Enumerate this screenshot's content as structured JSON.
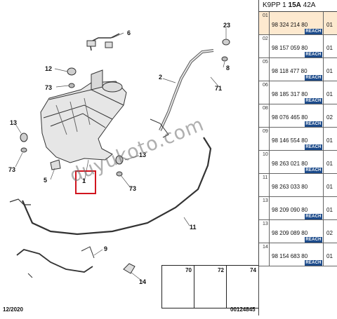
{
  "header": {
    "prefix": "K9PP 1",
    "bold": "15A",
    "suffix": "42A"
  },
  "parts": [
    {
      "index": "01",
      "number": "98 324 214 80",
      "qty": "01",
      "badge": "REACH",
      "selected": true
    },
    {
      "index": "02",
      "number": "98 157 059 80",
      "qty": "01",
      "badge": "REACH",
      "selected": false
    },
    {
      "index": "05",
      "number": "98 118 477 80",
      "qty": "01",
      "badge": "REACH",
      "selected": false
    },
    {
      "index": "06",
      "number": "98 185 317 80",
      "qty": "01",
      "badge": "REACH",
      "selected": false
    },
    {
      "index": "08",
      "number": "98 076 465 80",
      "qty": "02",
      "badge": "REACH",
      "selected": false
    },
    {
      "index": "09",
      "number": "98 146 554 80",
      "qty": "01",
      "badge": "REACH",
      "selected": false
    },
    {
      "index": "10",
      "number": "98 263 021 80",
      "qty": "01",
      "badge": "REACH",
      "selected": false
    },
    {
      "index": "11",
      "number": "98 263 033 80",
      "qty": "01",
      "badge": "",
      "selected": false
    },
    {
      "index": "13",
      "number": "98 209 090 80",
      "qty": "01",
      "badge": "REACH",
      "selected": false
    },
    {
      "index": "13",
      "number": "98 209 089 80",
      "qty": "02",
      "badge": "REACH",
      "selected": false
    },
    {
      "index": "14",
      "number": "98 154 683 80",
      "qty": "01",
      "badge": "REACH",
      "selected": false
    }
  ],
  "diagram": {
    "callouts": [
      "6",
      "23",
      "12",
      "73",
      "2",
      "8",
      "71",
      "13",
      "73",
      "13",
      "5",
      "1",
      "73",
      "11",
      "9",
      "14"
    ],
    "legend": [
      "70",
      "72",
      "74"
    ],
    "date": "12/2020",
    "doc_number": "00124845",
    "watermark": "duyukoto.com"
  },
  "colors": {
    "highlight": "#d1151f",
    "selected_row": "#fde9cf",
    "reach_badge": "#1b4a8a"
  }
}
